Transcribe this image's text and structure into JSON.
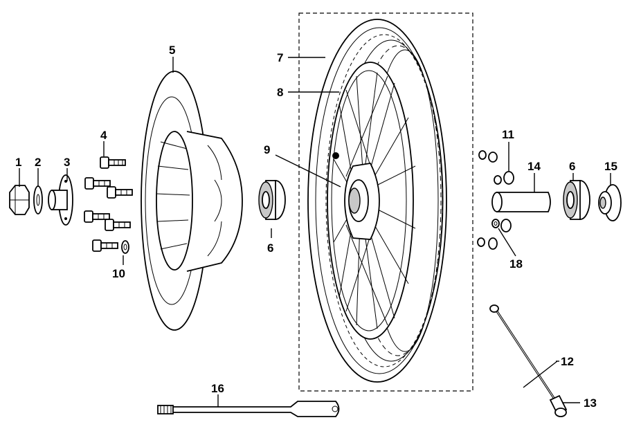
{
  "labels": {
    "p1": "1",
    "p2": "2",
    "p3": "3",
    "p4": "4",
    "p5": "5",
    "p6a": "6",
    "p6b": "6",
    "p7": "7",
    "p8": "8",
    "p9": "9",
    "p10": "10",
    "p11": "11",
    "p12": "12",
    "p13": "13",
    "p14": "14",
    "p15": "15",
    "p16": "16",
    "p18": "18"
  },
  "colors": {
    "ink": "#000000",
    "paper": "#ffffff",
    "shade": "#c8c8c8"
  }
}
